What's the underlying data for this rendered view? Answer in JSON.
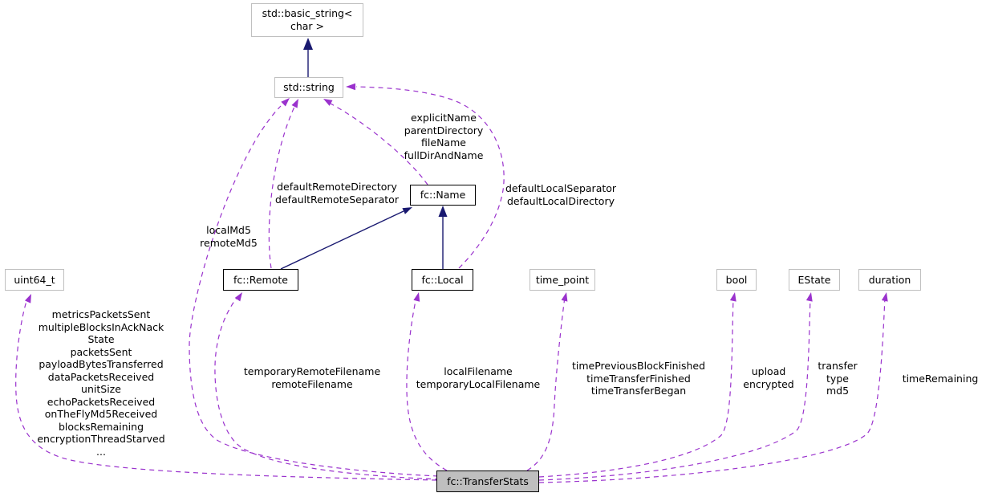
{
  "diagram": {
    "colors": {
      "usage_edge": "#9a32cd",
      "inheritance_edge": "#191970",
      "external_box_border": "#c0c0c0",
      "internal_box_border": "#000000",
      "subject_box_fill": "#bfbfbf",
      "background": "#ffffff",
      "text": "#000000"
    },
    "nodes": {
      "basic_string": {
        "label": "std::basic_string<\nchar >"
      },
      "std_string": {
        "label": "std::string"
      },
      "fc_name": {
        "label": "fc::Name"
      },
      "fc_remote": {
        "label": "fc::Remote"
      },
      "fc_local": {
        "label": "fc::Local"
      },
      "uint64_t": {
        "label": "uint64_t"
      },
      "time_point": {
        "label": "time_point"
      },
      "bool_type": {
        "label": "bool"
      },
      "estate": {
        "label": "EState"
      },
      "duration": {
        "label": "duration"
      },
      "transfer_stats": {
        "label": "fc::TransferStats"
      }
    },
    "edge_labels": {
      "name_to_string": "explicitName\nparentDirectory\nfileName\nfullDirAndName",
      "local_to_string": "defaultLocalSeparator\ndefaultLocalDirectory",
      "remote_to_string": "defaultRemoteDirectory\ndefaultRemoteSeparator",
      "stats_to_string": "localMd5\nremoteMd5",
      "stats_to_uint64": "metricsPacketsSent\nmultipleBlocksInAckNack\nState\npacketsSent\npayloadBytesTransferred\ndataPacketsReceived\nunitSize\nechoPacketsReceived\nonTheFlyMd5Received\nblocksRemaining\nencryptionThreadStarved\n...",
      "stats_to_remote": "temporaryRemoteFilename\nremoteFilename",
      "stats_to_local": "localFilename\ntemporaryLocalFilename",
      "stats_to_time_point": "timePreviousBlockFinished\ntimeTransferFinished\ntimeTransferBegan",
      "stats_to_bool": "upload\nencrypted",
      "stats_to_estate": "transfer\ntype\nmd5",
      "stats_to_duration": "timeRemaining"
    }
  }
}
